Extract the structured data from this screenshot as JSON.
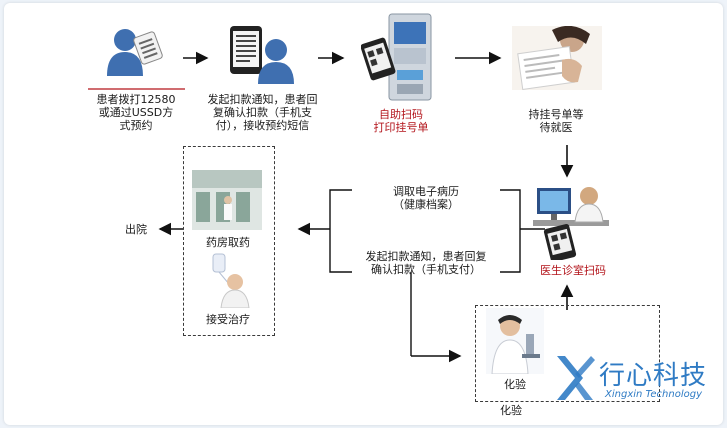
{
  "steps": {
    "patient_booking": "患者拨打12580\n或通过USSD方\n式预约",
    "payment_confirm": "发起扣款通知，患者回\n复确认扣款（手机支\n付），接收预约短信",
    "self_scan": "自助扫码\n打印挂号单",
    "wait": "持挂号单等\n待就医",
    "doctor_scan": "医生诊室扫码",
    "records": "调取电子病历\n（健康档案）",
    "payment_confirm_2": "发起扣款通知，患者回复\n确认扣款（手机支付）",
    "pharmacy": "药房取药",
    "treatment": "接受治疗",
    "discharge": "出院",
    "lab_inner": "化验",
    "lab_outer": "化验"
  },
  "logo": {
    "name": "行心科技",
    "sub": "Xingxin Technology"
  },
  "colors": {
    "highlight_red": "#b3141b",
    "person_blue": "#3f6fb0",
    "logo_blue": "#2f7bc4"
  }
}
